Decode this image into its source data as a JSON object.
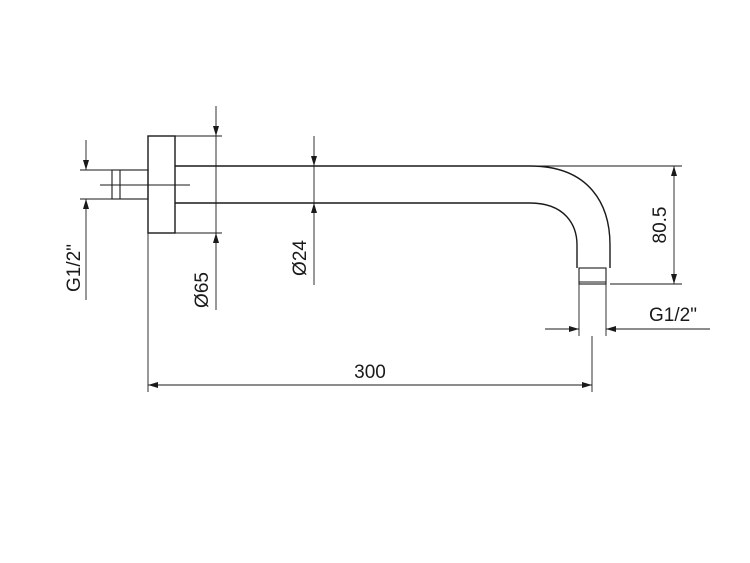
{
  "dimensions": {
    "thread_left": "G1/2\"",
    "flange_diameter": "Ø65",
    "arm_diameter": "Ø24",
    "height": "80.5",
    "thread_outlet": "G1/2\"",
    "length": "300"
  }
}
